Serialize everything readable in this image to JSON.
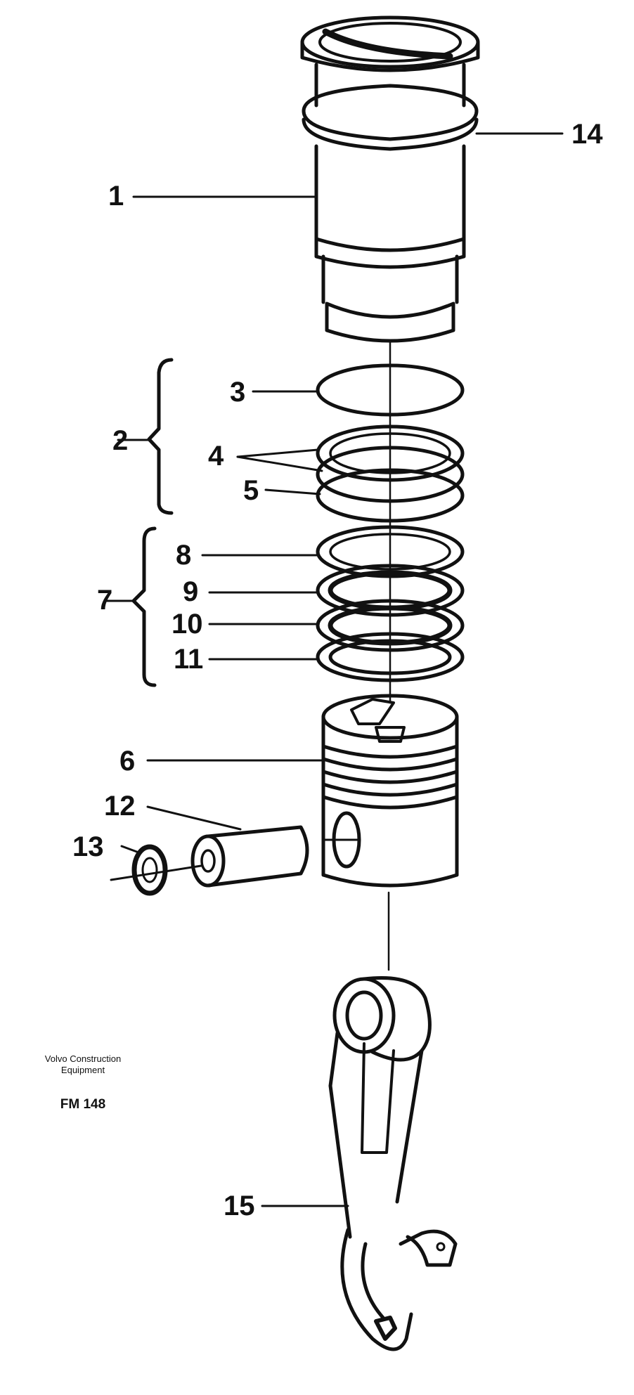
{
  "callouts": {
    "c1": "1",
    "c2": "2",
    "c3": "3",
    "c4": "4",
    "c5": "5",
    "c6": "6",
    "c7": "7",
    "c8": "8",
    "c9": "9",
    "c10": "10",
    "c11": "11",
    "c12": "12",
    "c13": "13",
    "c14": "14",
    "c15": "15"
  },
  "footer": {
    "maker_line1": "Volvo Construction",
    "maker_line2": "Equipment",
    "figure_code": "FM 148"
  }
}
